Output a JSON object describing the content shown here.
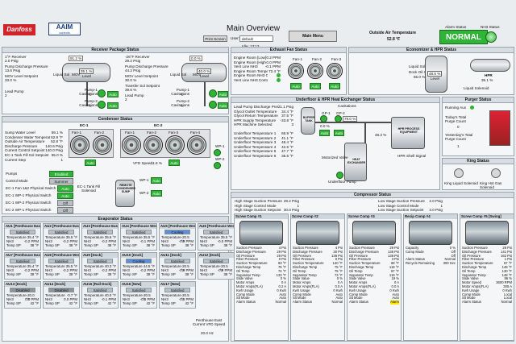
{
  "header": {
    "logo_left": "Danfoss",
    "logo_right": "AAIM",
    "logo_right_sub": "controls",
    "title": "Main Overview",
    "print_label": "Print Screen",
    "user_label": "User:",
    "user_value": "default",
    "idle_label": "Idle:",
    "idle_value": "13:13",
    "main_menu": "Main Menu",
    "outside_temp_label": "Outside Air Temperature",
    "outside_temp_value": "52.8 °F",
    "alarm_status_label": "Alarm Status",
    "nh3_status_label": "NH3 Status",
    "alarm_status_value": "NORMAL"
  },
  "receiver": {
    "title": "Receiver Package Status",
    "left": {
      "recv_label": "1°F Receiver",
      "recv_psig": "2.0 Psig",
      "pump_label": "Pump Discharge Pressure",
      "pump_psig": "13.6 Psig",
      "mov_label": "MOV Level Setpoint",
      "mov_val": "33.0 %",
      "lead_label": "Lead Pump",
      "lead_val": "2",
      "level_pct": "91.2 %",
      "tank_level": "35.1 %",
      "tank_sub": "Level",
      "liquid_sol": "Liquid Sol",
      "mov": "MOV",
      "cav1": "Pump-1 Cavitations",
      "cav1v": "0",
      "cav2": "Pump-2 Cavitations",
      "cav2v": "0",
      "auto": "Auto"
    },
    "right": {
      "recv_label": "-26°F Receiver",
      "recv_psig": "29.2 Psig",
      "pump_label": "Pump Discharge Pressure",
      "pump_psig": "44.2 Psig",
      "mov_label": "MOV Level Setpoint",
      "mov_val": "30.0 %",
      "xfer_label": "Transfer Sol Setpoint",
      "xfer_val": "39.6 %",
      "lead_label": "Lead Pump",
      "lead_val": "2",
      "level_pct": "0.0 %",
      "tank_level": "40.0 %",
      "tank_sub": "Level",
      "liquid_sol": "Liquid Sol",
      "mov": "MOV",
      "cav1": "Pump-1 Cavitations",
      "cav1v": "0",
      "cav2": "Pump-2 Cavitations",
      "cav2v": "0",
      "auto": "Auto"
    }
  },
  "exhaust": {
    "title": "Exhaust Fan Status",
    "rows": [
      [
        "Engine Room [Low] NH3",
        "0.2 PPM"
      ],
      [
        "Engine Room [High] NH3",
        "0.0 PPM"
      ],
      [
        "Vent Line NH3",
        "-0.1 PPM"
      ],
      [
        "Engine Room Temperature",
        "72.4 °F"
      ],
      [
        "Engine Room NH3 Contact",
        ""
      ],
      [
        "Vent Line NH3 Contact",
        ""
      ]
    ],
    "fans": [
      "Fan-1",
      "Fan-2",
      "Fan-3"
    ],
    "auto": "Auto"
  },
  "economizer": {
    "title": "Economizer & HPR Status",
    "liquid_sol": "Liquid Solenoid",
    "dock_label": "Dock Oil Off Setpoint",
    "dock_val": "65.0 %",
    "level": "48.5 %",
    "level_sub": "Level",
    "hpr": "HPR",
    "hpr_val": "35.1 %",
    "liquid_sol2": "Liquid Solenoid"
  },
  "condenser": {
    "title": "Condenser Status",
    "ec1": "EC-1",
    "ec2": "EC-2",
    "rows": [
      [
        "Sump Water Level",
        "59.1 %"
      ],
      [
        "Condenser Water Temperature",
        "62.9 °F"
      ],
      [
        "Outside Air Temperature",
        "52.8 °F"
      ],
      [
        "Discharge Pressure",
        "140.6 Psig"
      ],
      [
        "Current Control Setpoint",
        "140.0 Psig"
      ],
      [
        "EC-1 Tank Fill Sol Setpoint",
        "55.0 %"
      ],
      [
        "Current Step",
        "1"
      ]
    ],
    "pumps_label": "Pumps",
    "pumps_val": "Enabled",
    "mode_label": "Control Mode",
    "mode_val": "Summer",
    "fan_label": "EC-1 Fan 1&2 Physical Switch",
    "fan_val": "Auto",
    "wp1_label": "EC-1 WP-1 Physical Switch",
    "wp1_val": "Auto",
    "wp2_label": "EC-1 WP-2 Physical Switch",
    "wp2_val": "Off",
    "wp_switch_label": "EC-2 WP-1 Physical Switch",
    "wp_switch_val": "Off",
    "fans_ec1": [
      "Fan-1",
      "Fan-2"
    ],
    "fans_ec2": [
      "Fan-1",
      "Fan-2",
      "Fan-3",
      "Fan-4"
    ],
    "vfd_label": "VFD Speed",
    "vfd_val": "11.6 %",
    "tank_fill": "EC-1 Tank Fill Solenoid",
    "remote": "REMOTE CONDENSER SUMP",
    "wp": [
      "WP-1",
      "WP-2"
    ],
    "sump": "WP-1",
    "sump2": "WP-2",
    "auto": "Auto"
  },
  "hpr_exchanger": {
    "title": "Underfloor & HPR Heat Exchanger Status",
    "rows": [
      [
        "Lead Pump Discharge Pressure",
        "21.1 Psig"
      ],
      [
        "Glycol Outlet Temperature",
        "34.4 °F"
      ],
      [
        "Glycol Return Temperature",
        "37.5 °F"
      ],
      [
        "HPR Supply Temperature",
        "-33.8 °F"
      ],
      [
        "HPR Machine Selected",
        "3"
      ]
    ],
    "uf_rows": [
      [
        "Underfloor Temperature 1",
        "66.9 °F"
      ],
      [
        "Underfloor Temperature 2",
        "41.1 °F"
      ],
      [
        "Underfloor Temperature 3",
        "48.4 °F"
      ],
      [
        "Underfloor Temperature 4",
        "42.6 °F"
      ],
      [
        "Underfloor Temperature 5",
        "47.7 °F"
      ],
      [
        "Underfloor Temperature 6",
        "35.5 °F"
      ]
    ],
    "heat_exchanger": "HEAT EXCHANGER",
    "equipment": "HPR PROCESS EQUIPMENT",
    "buffer": "BUFFER TANK",
    "motorized": "Motorized Valve",
    "uf_pump": "Underfloor Pump",
    "hpr_shell": "HPR Shell Signal",
    "cav": "Cavitations",
    "p1": "GP-1",
    "p2": "GP-2",
    "speed1": "0.0 %",
    "speed2": "79.0 %",
    "level": "48.3 %",
    "auto": "Auto"
  },
  "purger": {
    "title": "Purger Status",
    "running": "Running Aux",
    "today_label": "Today's Total Purge Count",
    "today_val": "0",
    "yest_label": "Yesterday's Total Purge Count",
    "yest_val": "1"
  },
  "king": {
    "title": "King Status",
    "liq": "King Liquid Solenoid",
    "hot": "King Hot Gas Solenoid"
  },
  "compressor": {
    "title": "Compressor Status",
    "hs_label": "High Stage Suction Pressure",
    "hs_val": "29.2 Psig",
    "hs_ctrl_label": "High Stage Control Mode",
    "hs_ctrl_val": "1",
    "hs_sp_label": "High Stage Suction Setpoint",
    "hs_sp_val": "30.0 Psig",
    "ls_label": "Low Stage Suction Pressure",
    "ls_val": "2.0 Psig",
    "ls_ctrl_label": "Low Stage Control Mode",
    "ls_ctrl_val": "1",
    "ls_sp_label": "Low Stage Suction Setpoint",
    "ls_sp_val": "3.0 Psig",
    "comps": [
      {
        "name": "Screw Comp #1",
        "rows": [
          [
            "Suction Pressure",
            "4 Psi"
          ],
          [
            "Discharge Pressure",
            "29 Psi"
          ],
          [
            "Oil Pressure",
            "29 Psi"
          ],
          [
            "Filter Pressure",
            "0 Psi"
          ],
          [
            "Suction Temperature",
            "63 °F"
          ],
          [
            "Discharge Temp",
            "75 °F"
          ],
          [
            "Oil Temp",
            "74 °F"
          ],
          [
            "Separator Temp",
            "133 °F"
          ],
          [
            "Slide Valve",
            "0 %"
          ],
          [
            "Motor Amps",
            "0 A"
          ],
          [
            "Motor Amps(FLA)",
            "0.2 A"
          ],
          [
            "Kwh Usage",
            "0 Kwh"
          ],
          [
            "Comp Mode",
            "Auto"
          ],
          [
            "Slt Mode",
            "Auto"
          ],
          [
            "Alarm Status",
            "Normal"
          ]
        ]
      },
      {
        "name": "Screw Comp #2",
        "rows": [
          [
            "Suction Pressure",
            "4 Psi"
          ],
          [
            "Discharge Pressure",
            "30 Psi"
          ],
          [
            "Oil Pressure",
            "139 Psi"
          ],
          [
            "Filter Pressure",
            "0 Psi"
          ],
          [
            "Suction Temperature",
            "140 °F"
          ],
          [
            "Discharge Temp",
            "75 °F"
          ],
          [
            "Oil Temp",
            "75 °F"
          ],
          [
            "Separator Temp",
            "73 °F"
          ],
          [
            "Slide Value",
            "0 %"
          ],
          [
            "Motor Amps",
            "0 A"
          ],
          [
            "Motor Amps(FLA)",
            "0.0 A"
          ],
          [
            "Kwh Usage",
            "0 Kwh"
          ],
          [
            "Comp Mode",
            "Auto"
          ],
          [
            "Slt Mode",
            "Auto"
          ],
          [
            "Alarm Status",
            "Normal"
          ]
        ]
      },
      {
        "name": "Screw Comp #3",
        "rows": [
          [
            "Suction Pressure",
            "29 Psi"
          ],
          [
            "Discharge Pressure",
            "136 Psi"
          ],
          [
            "Oil Pressure",
            "139 Psi"
          ],
          [
            "Filter Pressure",
            "3 Psi"
          ],
          [
            "Suction Temperature",
            "68 °F"
          ],
          [
            "Discharge Temp",
            "118 °F"
          ],
          [
            "Oil Temp",
            "67 °F"
          ],
          [
            "Separator Temp",
            "119 °F"
          ],
          [
            "Slide Valve",
            "19 %"
          ],
          [
            "Motor Amps",
            "0 A"
          ],
          [
            "Motor Amps(FLA)",
            "0.0 A"
          ],
          [
            "Kwh Usage",
            "0 Kwh"
          ],
          [
            "Comp Mode",
            "Auto"
          ],
          [
            "Slt Mode",
            "Auto"
          ],
          [
            "Alarm Status",
            "Alarm"
          ]
        ]
      },
      {
        "name": "Recip Comp #4",
        "rows": [
          [
            "Capacity",
            "0 %"
          ],
          [
            "Comp Mode",
            "Off"
          ],
          [
            "",
            "Off"
          ],
          [
            "Alarm Status",
            "Normal"
          ],
          [
            "Recycle Remaining",
            "300 Sec"
          ]
        ]
      },
      {
        "name": "Screw Comp #5 [Swing]",
        "rows": [
          [
            "Suction Pressure",
            "29 Psi"
          ],
          [
            "Discharge Pressure",
            "141 Psi"
          ],
          [
            "Oil Pressure",
            "162 Psi"
          ],
          [
            "Filter Pressure",
            "1 Psi"
          ],
          [
            "Suction Temperature",
            "67 °F"
          ],
          [
            "Discharge Temp",
            "148 °F"
          ],
          [
            "Oil Temp",
            "130 °F"
          ],
          [
            "Separator Temp",
            "148 °F"
          ],
          [
            "Slide Valve",
            "86 %"
          ],
          [
            "Motor Speed",
            "3600 RPM"
          ],
          [
            "Motor Amps(FLA)",
            "305 A"
          ],
          [
            "Kwh Usage",
            "0 Kwh"
          ],
          [
            "Comp Mode",
            "Local"
          ],
          [
            "Slt Mode",
            "Local"
          ],
          [
            "Alarm Status",
            "Normal"
          ]
        ]
      }
    ]
  },
  "evaporator": {
    "title": "Evaporator Status",
    "units": [
      {
        "name": "AU1 [Penthouse East]",
        "status": "Satisfied",
        "temp": "35.4 °F",
        "nh3": "-0.2 PPM",
        "sp": "38 °F"
      },
      {
        "name": "AU2 [Penthouse East]",
        "status": "Satisfied",
        "temp": "35.5 °F",
        "nh3": "-0.2 PPM",
        "sp": "38 °F"
      },
      {
        "name": "AU3 [Penthouse East]",
        "status": "Satisfied",
        "temp": "35.6 °F",
        "nh3": "-0.2 PPM",
        "sp": "38 °F"
      },
      {
        "name": "AU4 [Penthouse West]",
        "status": "Satisfied",
        "temp": "35.5 °F",
        "nh3": "-0.1 PPM",
        "sp": "38 °F"
      },
      {
        "name": "AU5 [Penthouse West]",
        "status": "Cooling",
        "temp": "-20.5 °F",
        "nh3": "-0.9 PPM",
        "sp": "38 °F"
      },
      {
        "name": "AU6 [Penthouse West]",
        "status": "Satisfied",
        "temp": "35.5 °F",
        "nh3": "-0.0 PPM",
        "sp": "38 °F"
      },
      {
        "name": "AU7 [Penthouse East]",
        "status": "Satisfied",
        "temp": "35.4 °F",
        "nh3": "-0.2 PPM",
        "sp": "38 °F"
      },
      {
        "name": "AU8 [Penthouse West]",
        "status": "Satisfied",
        "temp": "35.5 °F",
        "nh3": "-0.2 PPM",
        "sp": "38 °F"
      },
      {
        "name": "AU9 [Dock]",
        "status": "Satisfied",
        "temp": "40.3 °F",
        "nh3": "-0.2 PPM",
        "sp": "38 °F"
      },
      {
        "name": "AU10 [Dock]",
        "status": "Cooling",
        "temp": "44.5 °F",
        "nh3": "-0.2 PPM",
        "sp": "38 °F"
      },
      {
        "name": "AU11 [Dock]",
        "status": "Satisfied",
        "temp": "-20.5 °F",
        "nh3": "-0.9 PPM",
        "sp": "38 °F"
      },
      {
        "name": "AU12 [Dock]",
        "status": "Satisfied",
        "temp": "-20.5 °F",
        "nh3": "-0.9 PPM",
        "sp": "38 °F"
      },
      {
        "name": "AU13 [Dock]",
        "status": "Disabled",
        "temp": "-20.0 °F",
        "nh3": "0.0 PPM",
        "sp": "42 °F"
      },
      {
        "name": "AU14 [Dock]",
        "status": "Disabled",
        "temp": "-0.7 °F",
        "nh3": "0.0 PPM",
        "sp": "42 °F"
      },
      {
        "name": "AU15 [Rail Dock]",
        "status": "Satisfied",
        "temp": "40.0 °F",
        "nh3": "-0.1 PPM",
        "sp": "42 °F"
      },
      {
        "name": "AU16 [New]",
        "status": "Satisfied",
        "temp": "-20.5 °F",
        "nh3": "-0.1 PPM",
        "sp": "42 °F"
      },
      {
        "name": "AU17 [New]",
        "status": "Satisfied",
        "temp": "-20.5 °F",
        "nh3": "-0.1 PPM",
        "sp": "42 °F"
      }
    ],
    "t_label": "Temperature",
    "n_label": "NH3",
    "s_label": "Temp SP",
    "vfd_title": "Penthouse East Current VFD Speed",
    "vfd_val": "20.0 Hz"
  },
  "colors": {
    "normal": "#2fb437",
    "alarm": "#ffe800"
  }
}
